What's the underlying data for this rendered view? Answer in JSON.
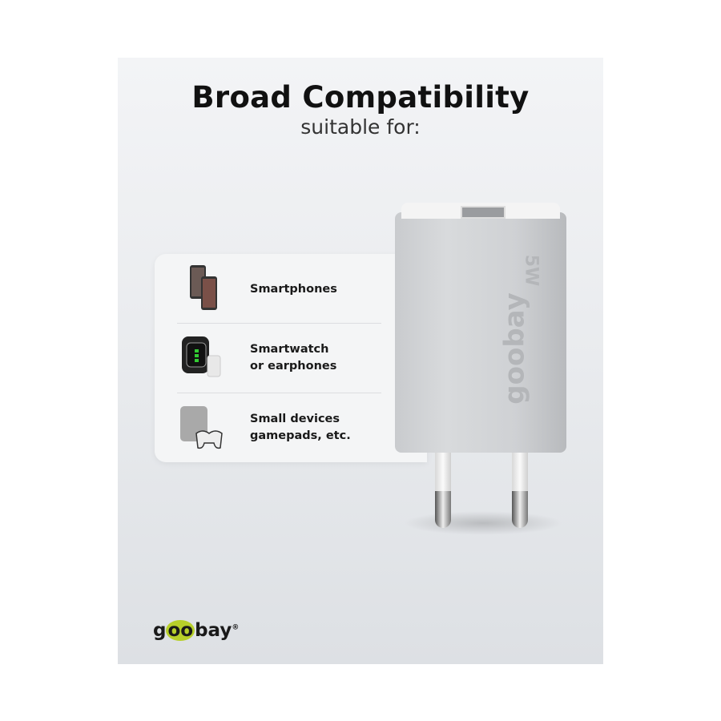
{
  "header": {
    "title": "Broad Compatibility",
    "subtitle": "suitable for:"
  },
  "compat_list": [
    {
      "icon": "smartphones-icon",
      "lines": [
        "Smartphones"
      ]
    },
    {
      "icon": "smartwatch-earphones-icon",
      "lines": [
        "Smartwatch",
        "or earphones"
      ]
    },
    {
      "icon": "speaker-gamepad-icon",
      "lines": [
        "Small devices",
        "gamepads, etc."
      ]
    }
  ],
  "product": {
    "wattage": "5W",
    "brand_on_device": "goobay"
  },
  "brand": {
    "logo_pre": "g",
    "logo_oo": "oo",
    "logo_post": "bay",
    "registered": "®",
    "accent": "#b7cf2a"
  }
}
